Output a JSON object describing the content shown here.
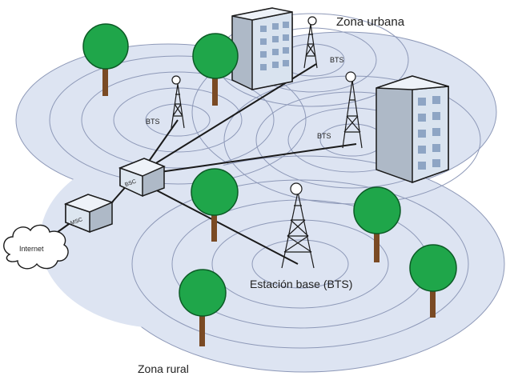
{
  "labels": {
    "urban_zone": "Zona urbana",
    "rural_zone": "Zona rural",
    "base_station": "Estación base (BTS)",
    "bts_small_1": "BTS",
    "bts_small_2": "BTS",
    "bts_small_3": "BTS",
    "internet": "Internet",
    "bsc": "BSC",
    "msc": "MSC"
  },
  "colors": {
    "coverage_fill": "#dde4f2",
    "coverage_ring": "#8e99b8",
    "tree_green": "#1fa64a",
    "tree_outline": "#0b5a25",
    "trunk": "#7a4a24",
    "building_face": "#d9e3ef",
    "building_side": "#aeb9c7",
    "building_window": "#8ea5c4",
    "box_face": "#dde6f0",
    "line": "#1a1a1a"
  },
  "icons": [
    "tree-icon",
    "building-icon",
    "tower-icon",
    "cloud-icon",
    "controller-box-icon"
  ]
}
